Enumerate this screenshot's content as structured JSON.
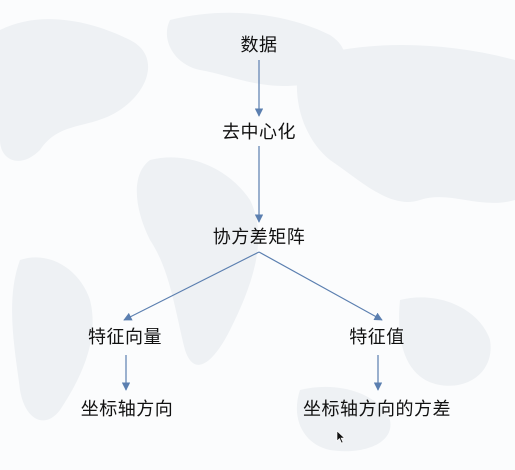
{
  "diagram": {
    "nodes": {
      "data": "数据",
      "centering": "去中心化",
      "covariance": "协方差矩阵",
      "eigenvector": "特征向量",
      "eigenvalue": "特征值",
      "axis_direction": "坐标轴方向",
      "axis_variance": "坐标轴方向的方差"
    },
    "edges": [
      [
        "data",
        "centering"
      ],
      [
        "centering",
        "covariance"
      ],
      [
        "covariance",
        "eigenvector"
      ],
      [
        "covariance",
        "eigenvalue"
      ],
      [
        "eigenvector",
        "axis_direction"
      ],
      [
        "eigenvalue",
        "axis_variance"
      ]
    ],
    "colors": {
      "arrow": "#5b7fb0",
      "text": "#111111",
      "background_map": "#eef1f4"
    }
  }
}
